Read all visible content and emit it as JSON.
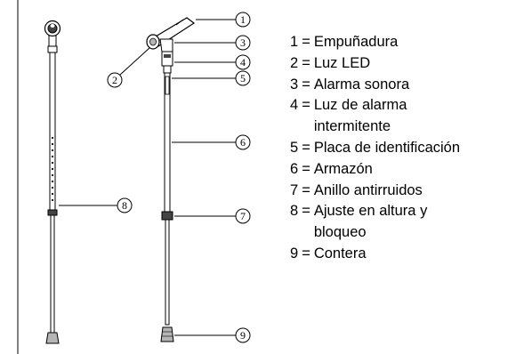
{
  "callouts": [
    "1",
    "2",
    "3",
    "4",
    "5",
    "6",
    "7",
    "8",
    "9"
  ],
  "legend": [
    {
      "number": "1",
      "lines": [
        "Empuñadura"
      ]
    },
    {
      "number": "2",
      "lines": [
        "Luz LED"
      ]
    },
    {
      "number": "3",
      "lines": [
        "Alarma sonora"
      ]
    },
    {
      "number": "4",
      "lines": [
        "Luz de alarma",
        "intermitente"
      ]
    },
    {
      "number": "5",
      "lines": [
        "Placa de identificación"
      ]
    },
    {
      "number": "6",
      "lines": [
        "Armazón"
      ]
    },
    {
      "number": "7",
      "lines": [
        "Anillo antirruidos"
      ]
    },
    {
      "number": "8",
      "lines": [
        "Ajuste en altura y",
        "bloqueo"
      ]
    },
    {
      "number": "9",
      "lines": [
        "Contera"
      ]
    }
  ],
  "colors": {
    "line": "#000000",
    "background": "#ffffff",
    "accent_dark": "#444444",
    "accent_mid": "#b5b5b5"
  }
}
